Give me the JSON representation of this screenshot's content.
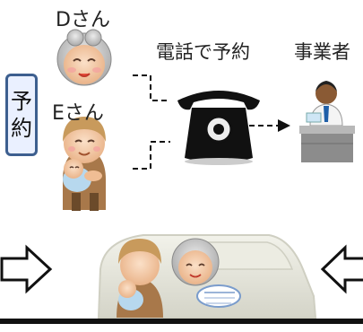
{
  "labels": {
    "person_d": "Dさん",
    "person_e": "Eさん",
    "phone_reservation": "電話で予約",
    "business_operator": "事業者",
    "reservation_char1": "予",
    "reservation_char2": "約"
  },
  "colors": {
    "reservation_border": "#3d5f8f",
    "reservation_fill": "#eaf0ff",
    "van_body": "#e3e3d8",
    "skin": "#f3c6a0",
    "elder_hair": "#c8c8c8",
    "parent_hair": "#b98a4f",
    "phone": "#111111",
    "desk": "#8c8c8c"
  },
  "icons": {
    "elderly_person": "elderly-woman-icon",
    "parent_with_baby": "parent-with-baby-icon",
    "telephone": "telephone-icon",
    "business_worker": "office-worker-icon",
    "van": "van-icon",
    "arrow_right": "hollow-arrow-right-icon",
    "arrow_left": "hollow-arrow-left-icon"
  }
}
